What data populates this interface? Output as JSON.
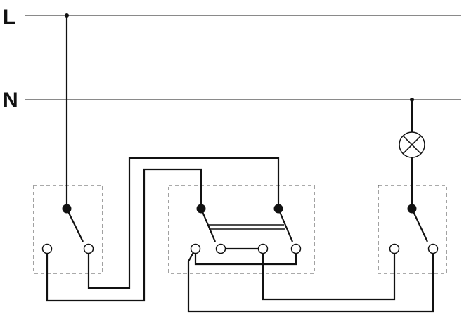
{
  "diagram": {
    "rails": [
      {
        "id": "L",
        "label": "L"
      },
      {
        "id": "N",
        "label": "N"
      }
    ],
    "components": [
      {
        "id": "switch-left",
        "kind": "two-way switch"
      },
      {
        "id": "switch-middle",
        "kind": "intermediate switch"
      },
      {
        "id": "switch-right",
        "kind": "two-way switch"
      },
      {
        "id": "lamp",
        "kind": "lamp"
      }
    ],
    "colors": {
      "wire": "#111111",
      "rail": "#444444",
      "box_border": "#555555",
      "terminal_fill": "#ffffff",
      "contact_fill": "#111111"
    }
  }
}
